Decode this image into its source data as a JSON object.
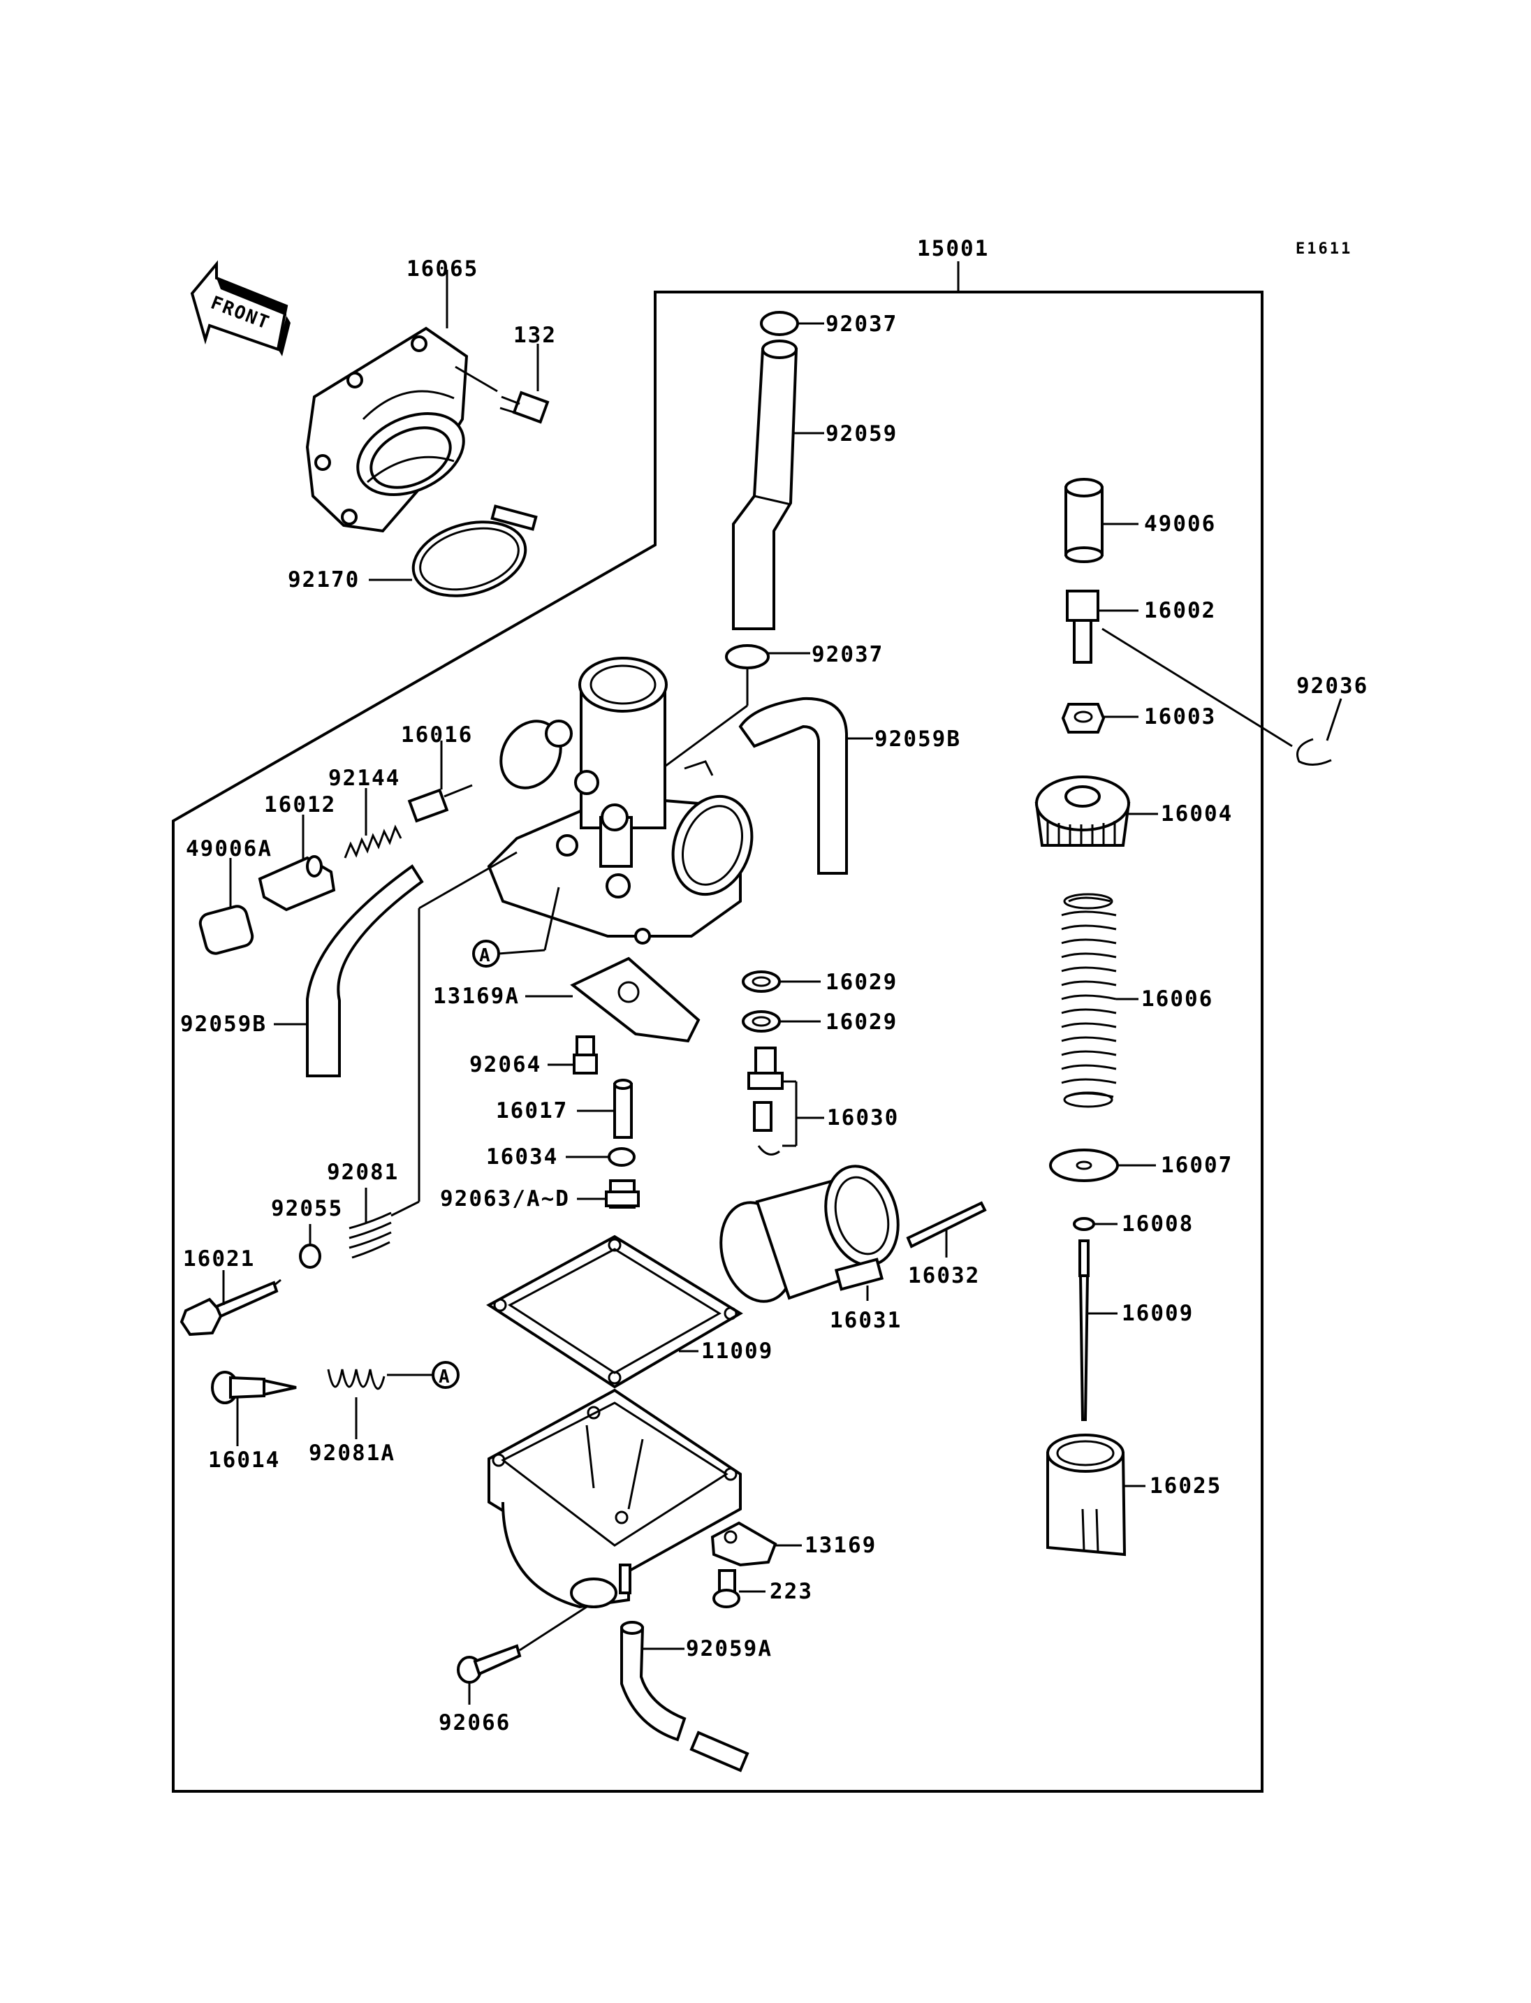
{
  "diagram_code": "E1611",
  "front_arrow": "FRONT",
  "callout_marker": "A",
  "labels": {
    "15001": "15001",
    "16065": "16065",
    "132": "132",
    "92170": "92170",
    "92037_top": "92037",
    "92059": "92059",
    "92037_mid": "92037",
    "92059B_right": "92059B",
    "49006": "49006",
    "16002": "16002",
    "92036": "92036",
    "16003": "16003",
    "16004": "16004",
    "16006": "16006",
    "16007": "16007",
    "16008": "16008",
    "16009": "16009",
    "16025": "16025",
    "16016": "16016",
    "92144": "92144",
    "16012": "16012",
    "49006A": "49006A",
    "92059B_left": "92059B",
    "13169A": "13169A",
    "92064": "92064",
    "16017": "16017",
    "16034": "16034",
    "92063": "92063/A~D",
    "16029_a": "16029",
    "16029_b": "16029",
    "16030": "16030",
    "16032": "16032",
    "16031": "16031",
    "11009": "11009",
    "92081": "92081",
    "92055": "92055",
    "16021": "16021",
    "16014": "16014",
    "92081A": "92081A",
    "13169": "13169",
    "223": "223",
    "92059A": "92059A",
    "92066": "92066"
  }
}
